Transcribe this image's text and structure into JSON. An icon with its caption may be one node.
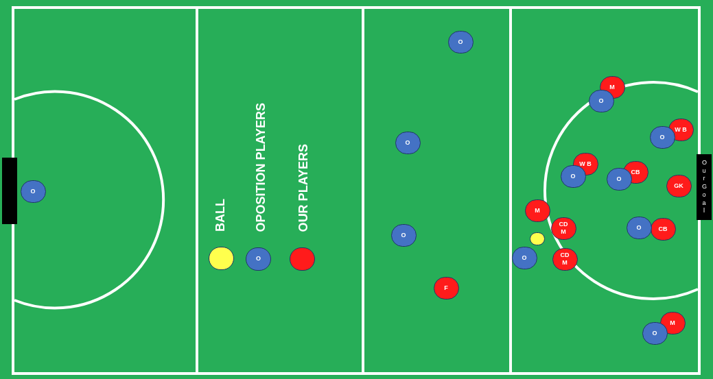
{
  "diagram": {
    "nodes": [
      {
        "text": [
          "O"
        ]
      },
      {
        "text": [
          "M"
        ]
      },
      {
        "text": [
          "O"
        ]
      },
      {
        "text": [
          "W B"
        ]
      },
      {
        "text": [
          "O"
        ]
      },
      {
        "text": [
          "O"
        ]
      },
      {
        "text": [
          "W B"
        ]
      },
      {
        "text": [
          "CB"
        ]
      },
      {
        "text": [
          "O"
        ]
      },
      {
        "text": [
          "O"
        ]
      },
      {
        "text": [
          "GK"
        ]
      },
      {
        "text": [
          "O"
        ]
      },
      {
        "text": [
          "M"
        ]
      },
      {
        "text": [
          "O"
        ]
      },
      {
        "text": [
          "CD M"
        ]
      },
      {
        "text": [
          "CB"
        ]
      },
      {
        "text": [
          "O"
        ]
      },
      {
        "text": [],
        "shape": "circle"
      },
      {
        "text": [
          "O"
        ]
      },
      {
        "text": [
          "CD M"
        ]
      },
      {
        "text": [
          "F"
        ]
      },
      {
        "text": [
          "M"
        ]
      },
      {
        "text": [
          "O"
        ]
      },
      {
        "text": [
          "Our Goal"
        ]
      }
    ],
    "labels": [
      "O"
    ],
    "legend": [
      {
        "text": "BALL",
        "color": "#ffff4d"
      },
      {
        "text": "OPOSITION PLAYERS",
        "color": "#4472c4"
      },
      {
        "text": "OUR PLAYERS",
        "color": "#ff1b1b"
      }
    ]
  }
}
